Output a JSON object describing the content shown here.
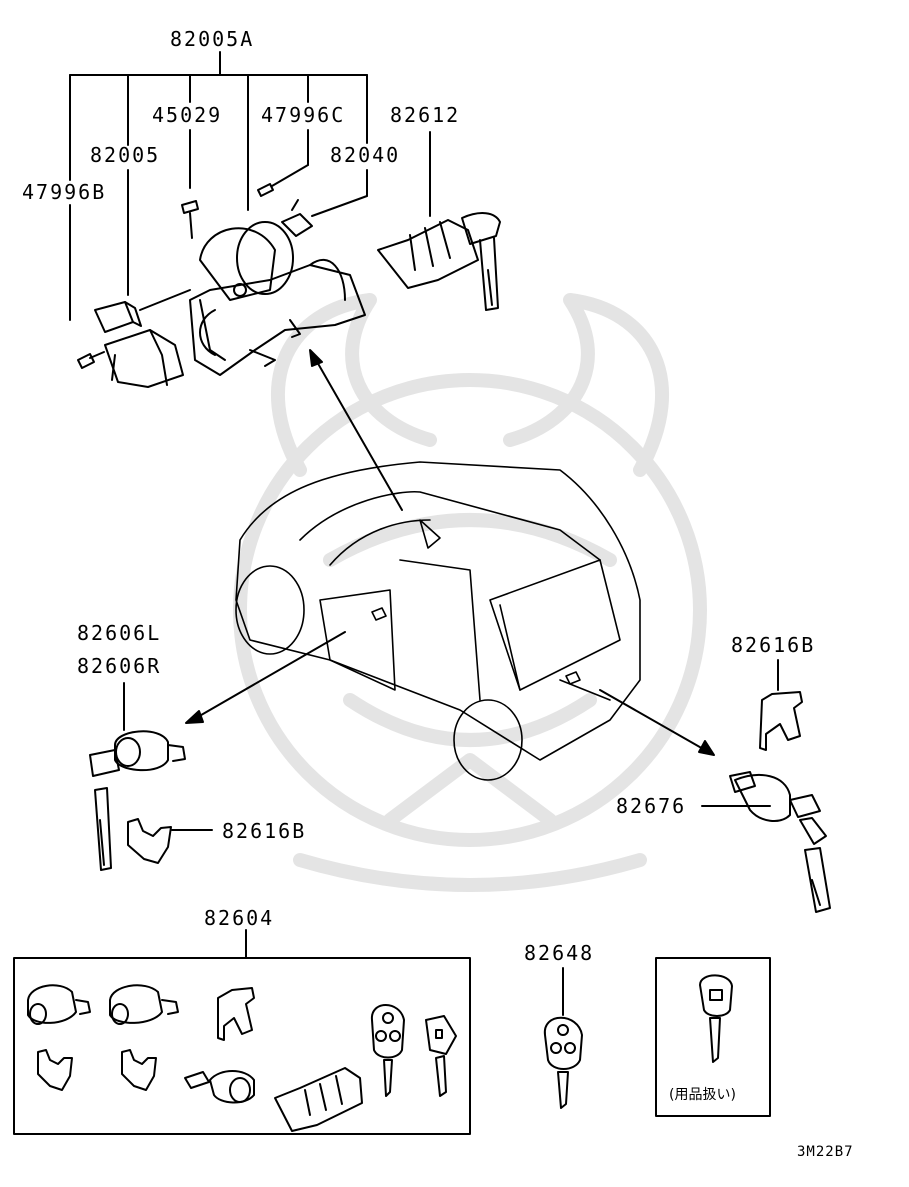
{
  "diagram": {
    "labels": {
      "p82005A": "82005A",
      "p45029": "45029",
      "p47996C": "47996C",
      "p82612": "82612",
      "p82005": "82005",
      "p82040": "82040",
      "p47996B": "47996B",
      "p82606L": "82606L",
      "p82606R": "82606R",
      "p82616B_right": "82616B",
      "p82616B_left": "82616B",
      "p82676": "82676",
      "p82604": "82604",
      "p82648": "82648"
    },
    "accessory_note": "(用品扱い)",
    "figure_code": "3M22B7"
  },
  "colors": {
    "line": "#000000",
    "background": "#ffffff",
    "watermark": "#e6e6e6"
  }
}
